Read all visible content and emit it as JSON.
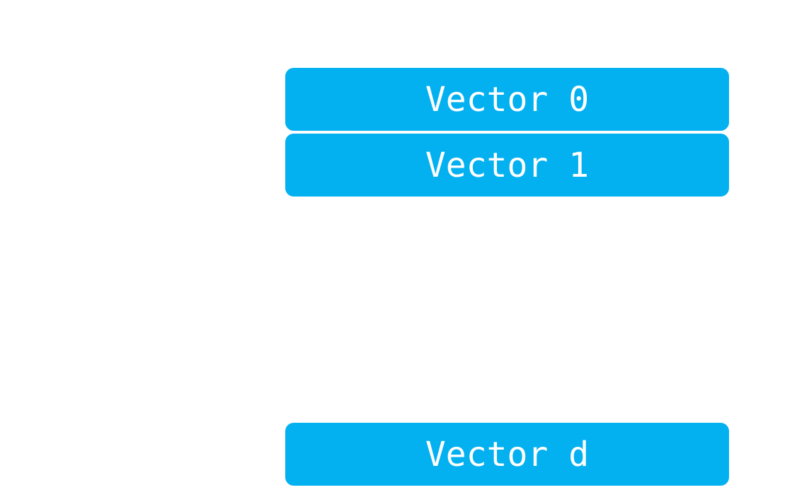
{
  "colors": {
    "background": "#ffffff",
    "box_fill": "#03b0f0",
    "text": "#ffffff"
  },
  "vectors": [
    {
      "label": "Vector 0"
    },
    {
      "label": "Vector 1"
    },
    {
      "label": "Vector d"
    }
  ]
}
